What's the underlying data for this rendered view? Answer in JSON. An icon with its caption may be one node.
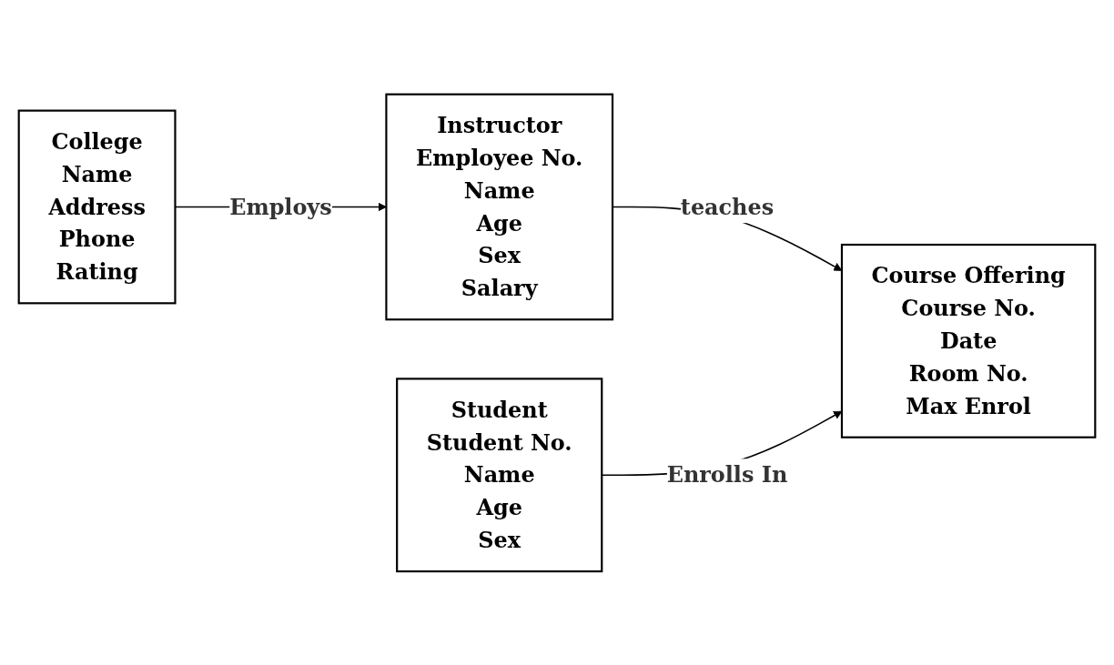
{
  "diagram": {
    "nodes": [
      {
        "text": [
          "College",
          "Name",
          "Address",
          "Phone",
          "Rating"
        ]
      },
      {
        "text": [
          "Instructor",
          "Employee No.",
          "Name",
          "Age",
          "Sex",
          "Salary"
        ]
      },
      {
        "text": [
          "Student",
          "Student No.",
          "Name",
          "Age",
          "Sex"
        ]
      },
      {
        "text": [
          "Course Offering",
          "Course No.",
          "Date",
          "Room No.",
          "Max Enrol"
        ]
      }
    ],
    "edges": [
      {
        "from": 0,
        "to": 1,
        "label": "Employs",
        "arrow": "to"
      },
      {
        "from": 1,
        "to": 3,
        "label": "teaches",
        "arrow": "to"
      },
      {
        "from": 2,
        "to": 3,
        "label": "Enrolls In",
        "arrow": "to"
      }
    ]
  }
}
